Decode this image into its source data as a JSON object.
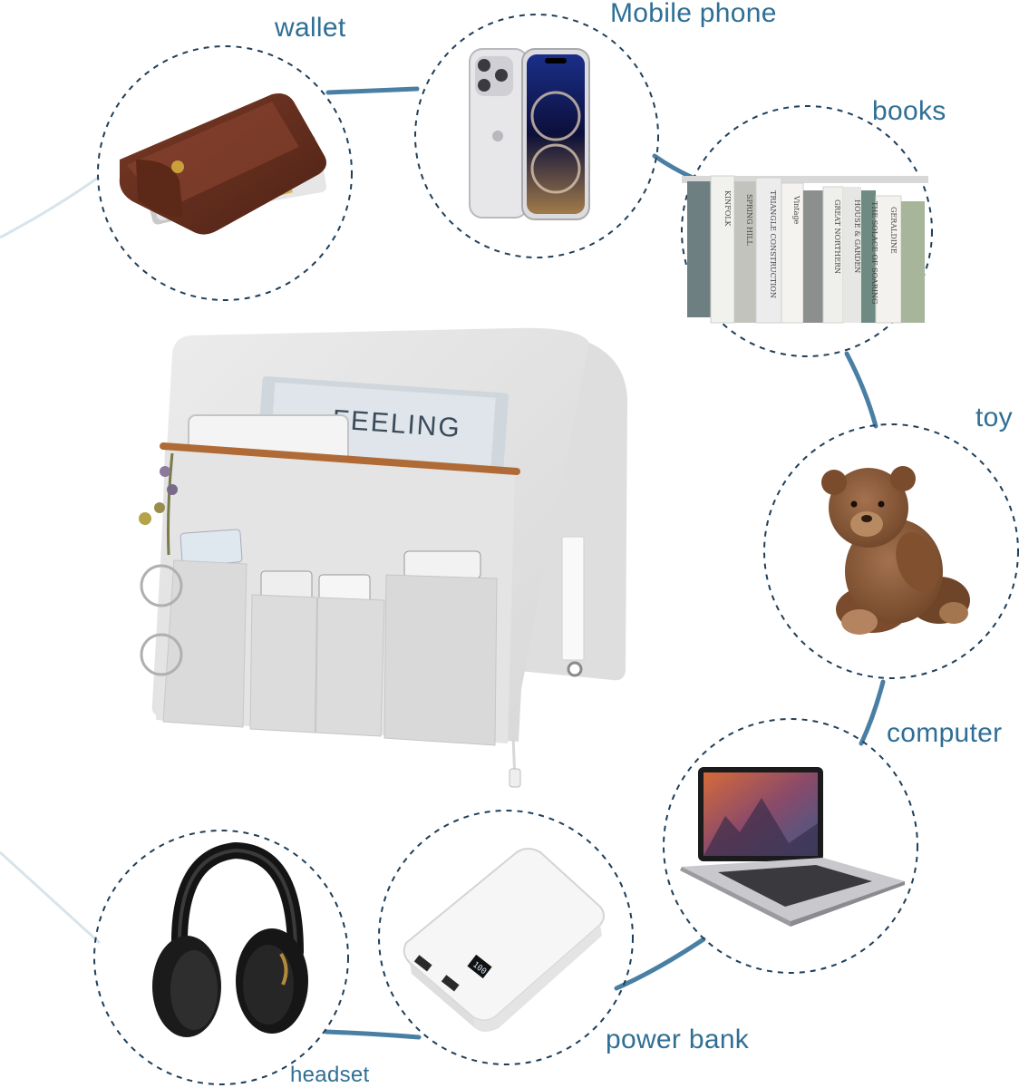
{
  "items": {
    "wallet": {
      "label": "wallet",
      "icon": "wallet-icon"
    },
    "mobile_phone": {
      "label": "Mobile phone",
      "icon": "mobile-phone-icon"
    },
    "books": {
      "label": "books",
      "icon": "books-icon",
      "spine_texts": [
        "KINFOLK",
        "SPRING HILL",
        "TRIANGLE CONSTRUCTION",
        "Vintage",
        "GREAT NORTHERN",
        "HOUSE & GARDEN",
        "THE SOLACE OF SOARING",
        "GERALDINE"
      ]
    },
    "toy": {
      "label": "toy",
      "icon": "teddy-bear-icon"
    },
    "computer": {
      "label": "computer",
      "icon": "laptop-icon"
    },
    "power_bank": {
      "label": "power bank",
      "icon": "power-bank-icon"
    },
    "headset": {
      "label": "headset",
      "icon": "headphones-icon"
    }
  },
  "organizer": {
    "icon": "armrest-organizer-icon",
    "magazine_text": "FEELING"
  },
  "colors": {
    "label": "#2f6f95",
    "connector": "#4a7fa4",
    "dashed_circle": "#1f3f5a",
    "felt": "#e3e3e3"
  }
}
